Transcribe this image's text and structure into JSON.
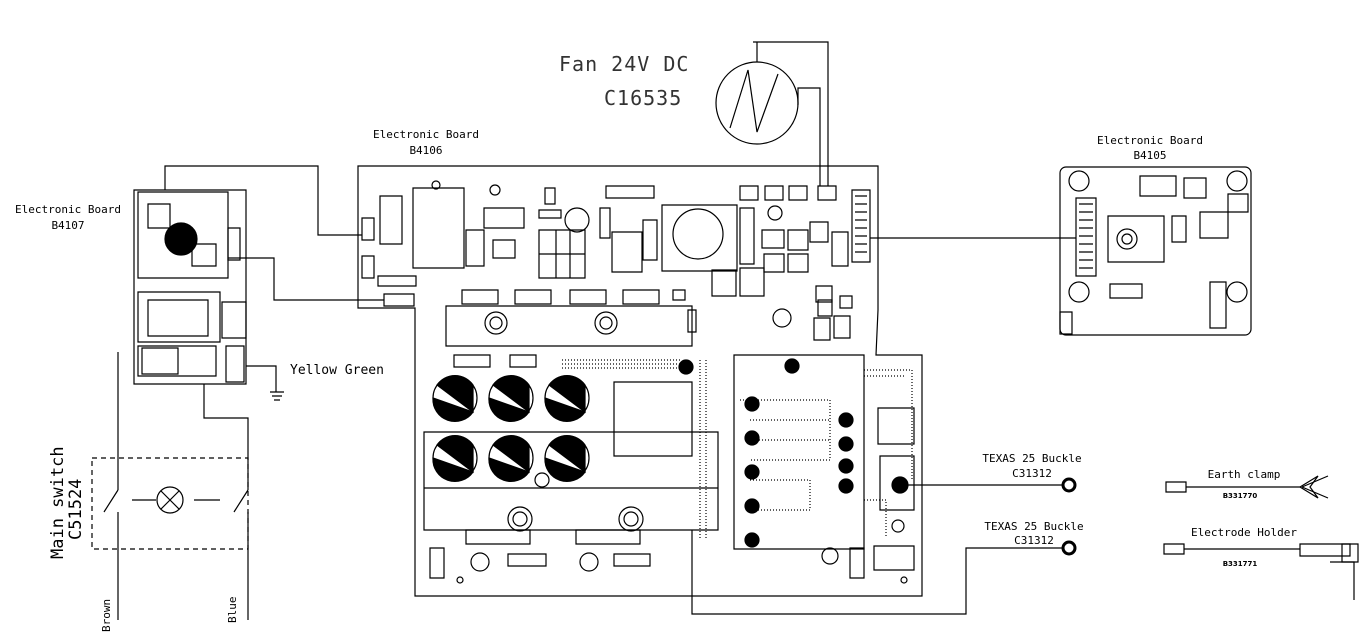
{
  "fan": {
    "line1": "Fan 24V DC",
    "line2": "C16535"
  },
  "board_main": {
    "title": "Electronic Board",
    "code": "B4106"
  },
  "board_right": {
    "title": "Electronic Board",
    "code": "B4105"
  },
  "board_left": {
    "title": "Electronic Board",
    "code": "B4107"
  },
  "ground_label": "Yellow Green",
  "main_switch": {
    "title": "Main switch",
    "code": "C51524"
  },
  "wires": {
    "brown": "Brown",
    "blue": "Blue"
  },
  "buckle_1": {
    "title": "TEXAS 25 Buckle",
    "code": "C31312"
  },
  "buckle_2": {
    "title": "TEXAS 25 Buckle",
    "code": "C31312"
  },
  "earth_clamp": {
    "title": "Earth clamp",
    "code": "B331770"
  },
  "electrode_holder": {
    "title": "Electrode Holder",
    "code": "B331771"
  }
}
